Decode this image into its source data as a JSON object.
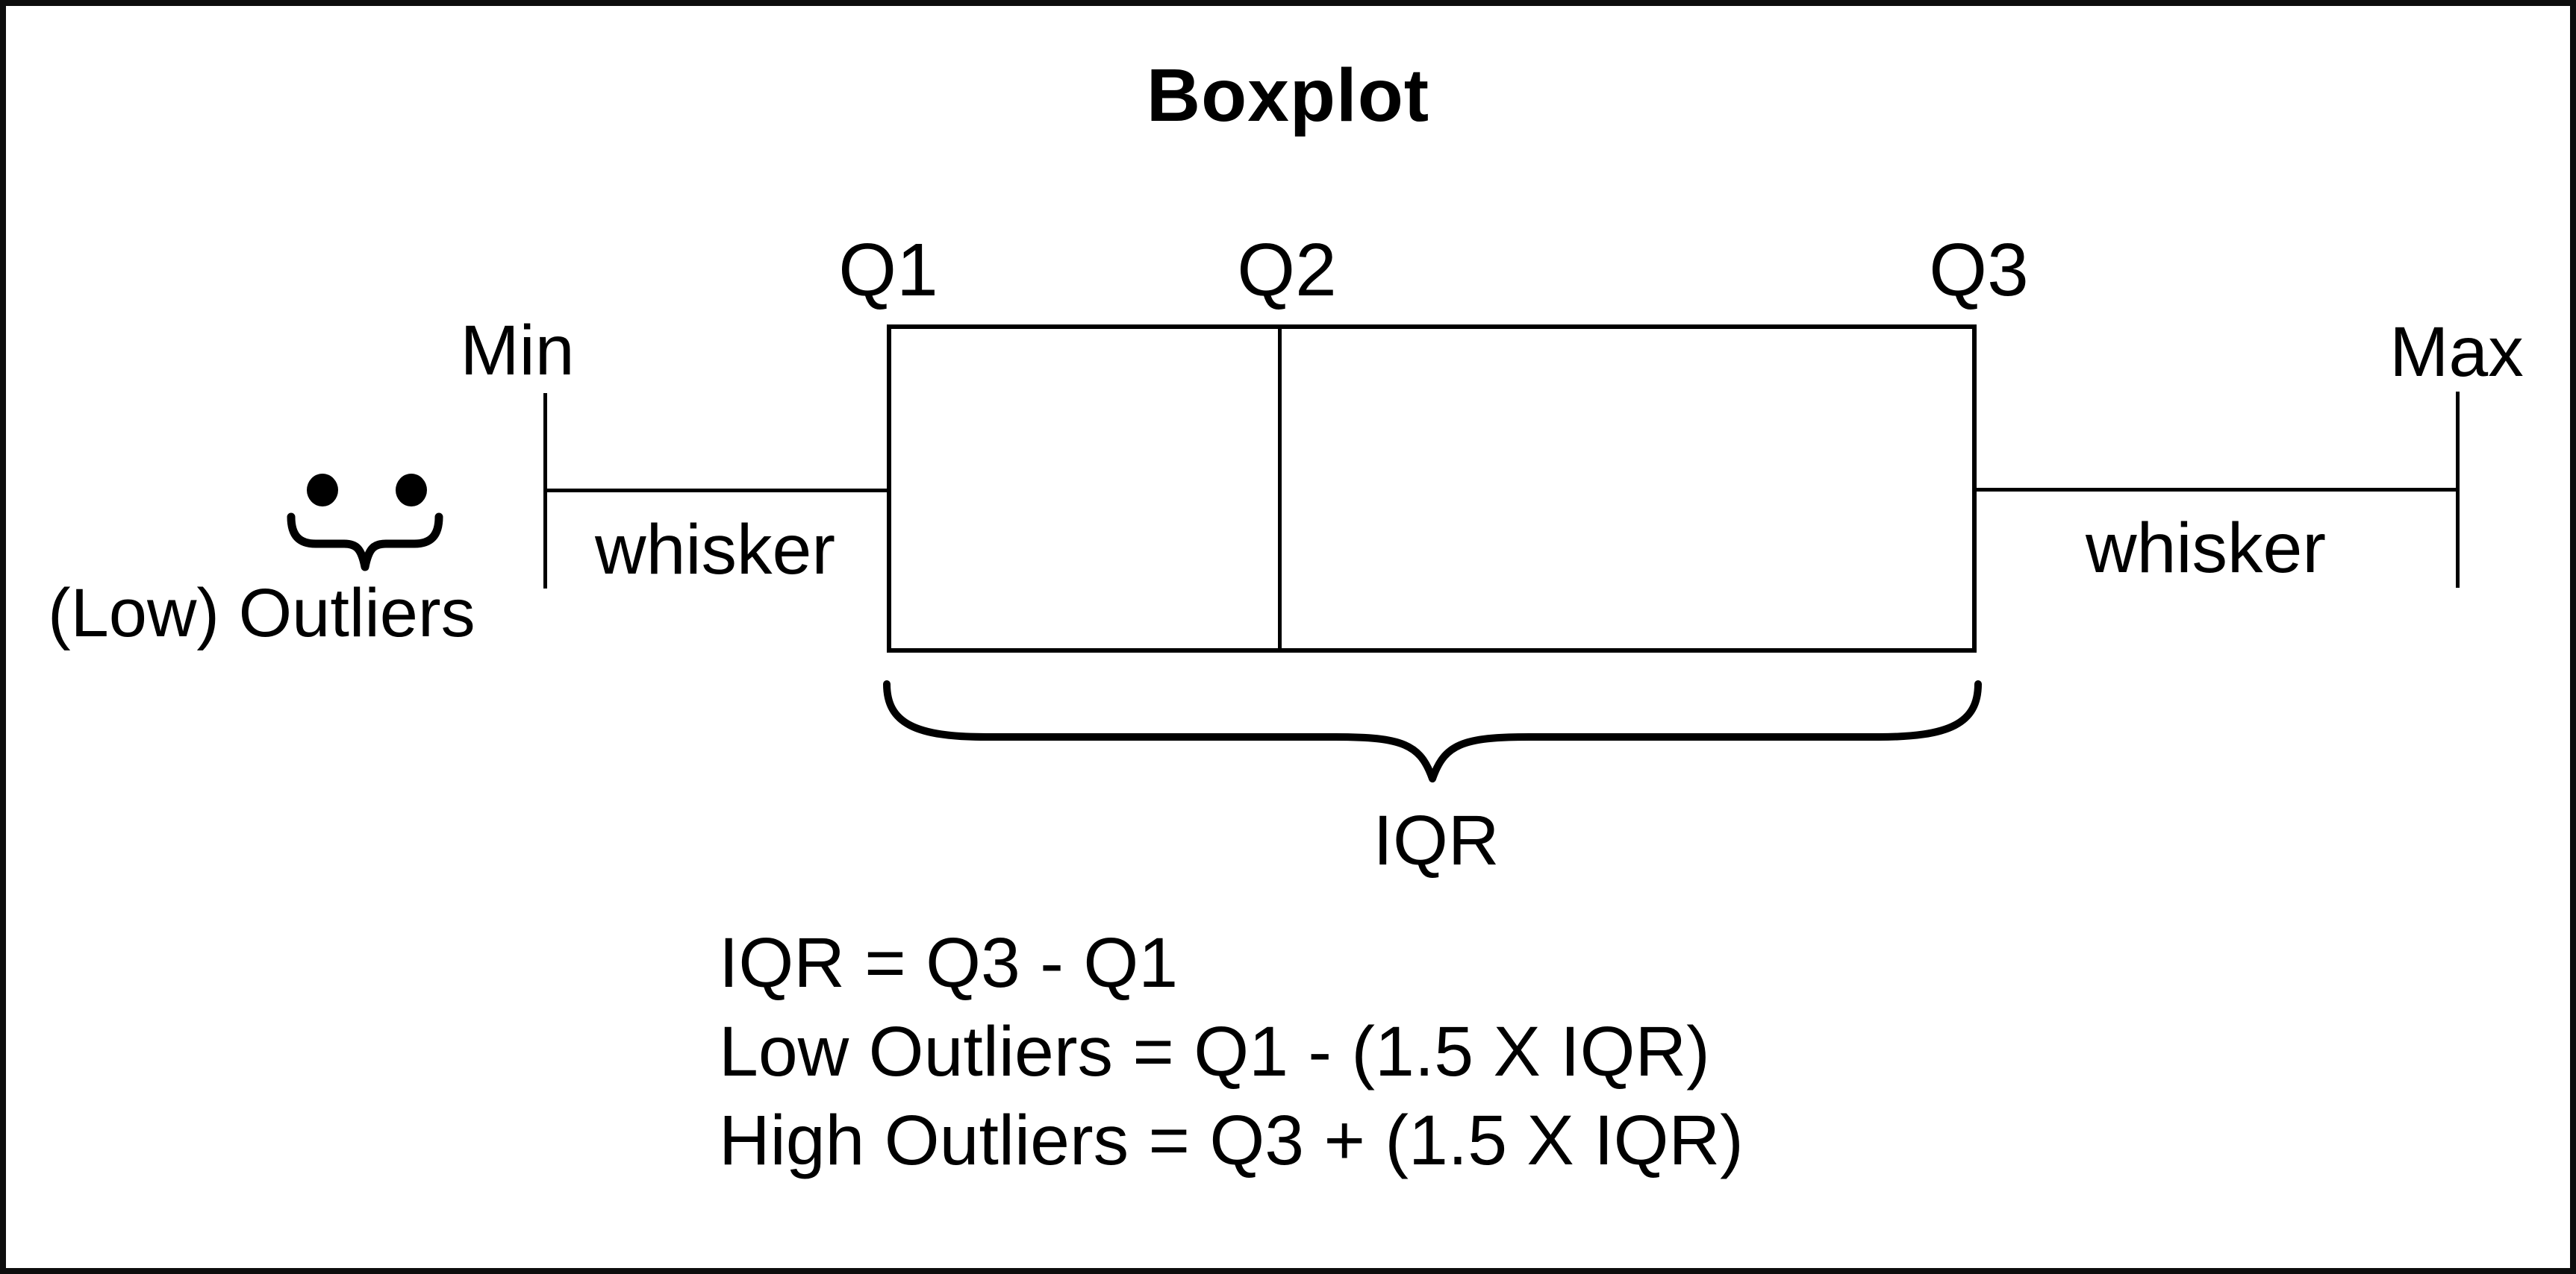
{
  "title": "Boxplot",
  "box": {
    "q1_label": "Q1",
    "q2_label": "Q2",
    "q3_label": "Q3"
  },
  "whiskers": {
    "min_label": "Min",
    "max_label": "Max",
    "left_label": "whisker",
    "right_label": "whisker"
  },
  "outliers": {
    "label": "(Low) Outliers",
    "dot_count": 2
  },
  "iqr": {
    "label": "IQR"
  },
  "formulas": [
    "IQR = Q3 - Q1",
    "Low Outliers = Q1 - (1.5 X IQR)",
    "High Outliers = Q3 + (1.5 X IQR)"
  ],
  "icons": {
    "outlier_dot": "filled-circle",
    "outliers_brace": "curly-brace-down",
    "iqr_brace": "curly-brace-down"
  },
  "colors": {
    "ink": "#000000",
    "background": "#ffffff",
    "border": "#0d0d0d"
  }
}
